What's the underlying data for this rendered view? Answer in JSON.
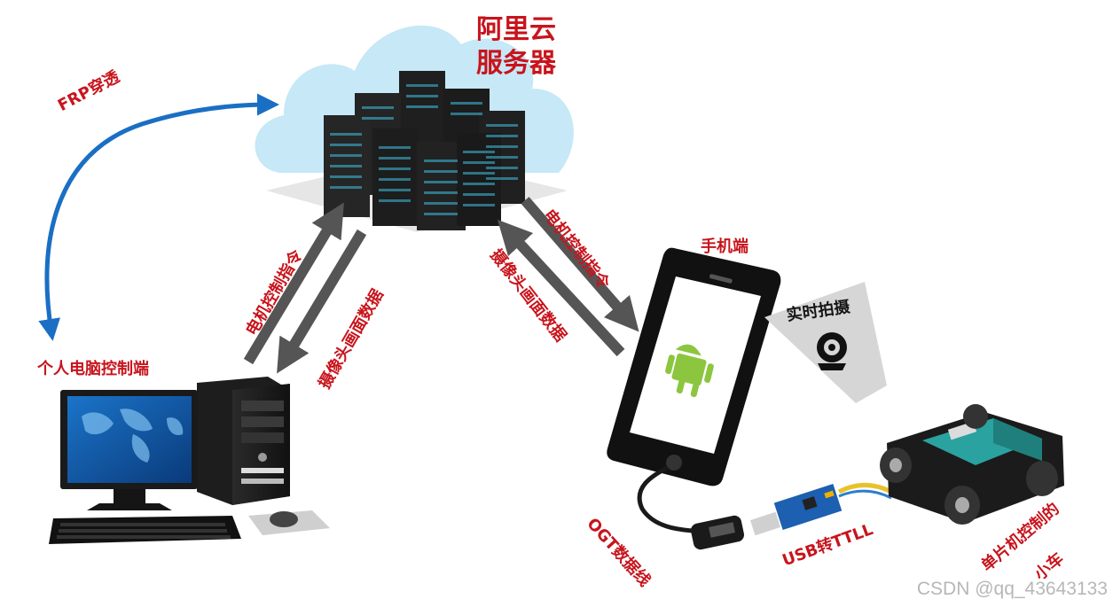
{
  "server": {
    "title_line1": "阿里云",
    "title_line2": "服务器"
  },
  "frp_label": "FRP穿透",
  "pc_label": "个人电脑控制端",
  "pc_server_arrows": {
    "up_label": "电机控制指令",
    "down_label": "摄像头画面数据"
  },
  "phone_server_arrows": {
    "down_label": "电机控制指令",
    "up_label": "摄像头画面数据"
  },
  "phone_label": "手机端",
  "camera_label": "实时拍摄",
  "otg_label": "OGT数据线",
  "usb_label": "USB转TTLL",
  "car_label_line1": "单片机控制的",
  "car_label_line2": "小车",
  "watermark": "CSDN @qq_43643133",
  "colors": {
    "label_red": "#c8141c",
    "frp_arrow": "#1a6fc4",
    "data_arrow": "#555555",
    "cloud": "#bfe4f5",
    "car_board": "#2aa2a0"
  }
}
